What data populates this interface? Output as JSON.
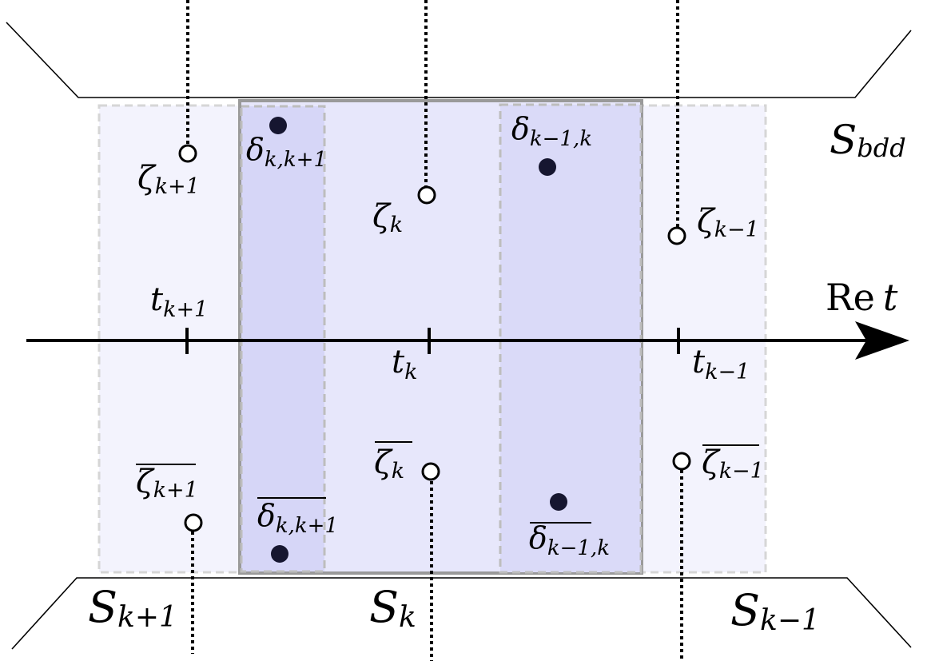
{
  "colors": {
    "region_outer": "#f3f3fd",
    "region_middle": "#e7e7fb",
    "strip": "#dcdcf9",
    "strip_dark": "#d3d3f6",
    "frame_dark": "#9a9a9a",
    "frame_light": "#d6d6d6",
    "axis": "#000000",
    "dot": "#161630"
  },
  "axis": {
    "label_main": "Re",
    "label_var": "t"
  },
  "regions": {
    "bdd": {
      "main": "S",
      "sub": "bdd"
    },
    "left": {
      "main": "S",
      "sub": "k+1"
    },
    "center": {
      "main": "S",
      "sub": "k"
    },
    "right": {
      "main": "S",
      "sub": "k−1"
    }
  },
  "ticks": {
    "t_left": {
      "main": "t",
      "sub": "k+1"
    },
    "t_center": {
      "main": "t",
      "sub": "k"
    },
    "t_right": {
      "main": "t",
      "sub": "k−1"
    }
  },
  "points": {
    "zeta_left": {
      "main": "ζ",
      "sub": "k+1"
    },
    "zeta_center": {
      "main": "ζ",
      "sub": "k"
    },
    "zeta_right": {
      "main": "ζ",
      "sub": "k−1"
    },
    "zeta_left_conj": {
      "main": "ζ",
      "sub": "k+1"
    },
    "zeta_center_conj": {
      "main": "ζ",
      "sub": "k"
    },
    "zeta_right_conj": {
      "main": "ζ",
      "sub": "k−1"
    },
    "delta_left": {
      "main": "δ",
      "sub": "k,k+1"
    },
    "delta_right": {
      "main": "δ",
      "sub": "k−1,k"
    },
    "delta_left_conj": {
      "main": "δ",
      "sub": "k,k+1"
    },
    "delta_right_conj": {
      "main": "δ",
      "sub": "k−1,k"
    }
  }
}
